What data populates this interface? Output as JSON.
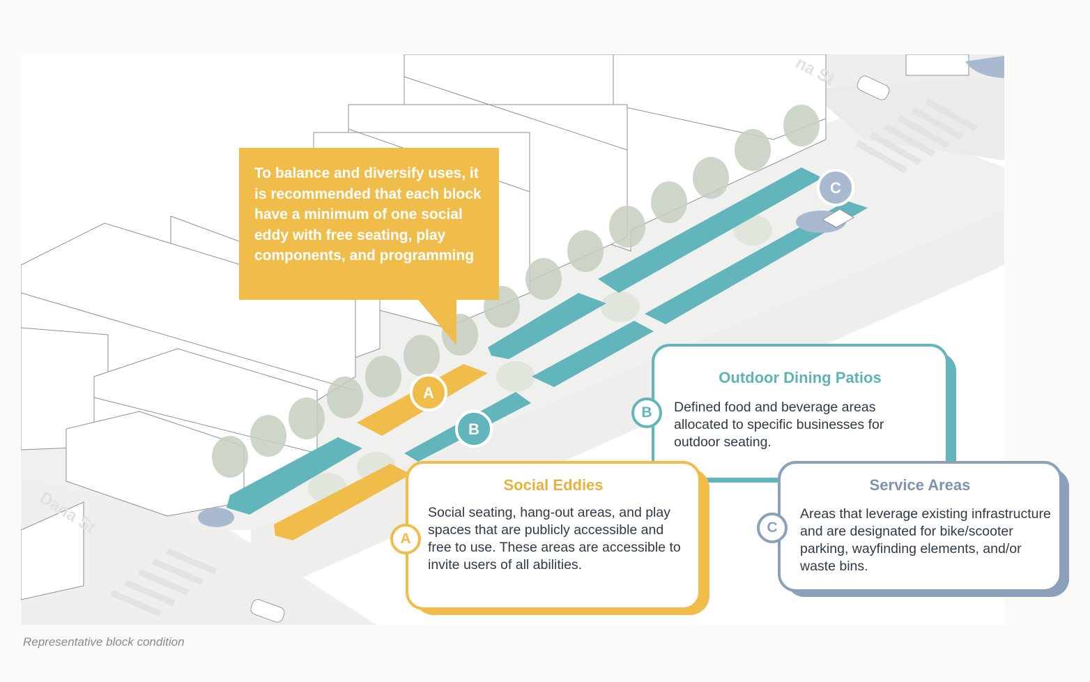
{
  "callout": {
    "text": "To balance and diversify uses, it is recommended that each block  have a minimum of one social eddy with free seating, play components, and programming"
  },
  "markers": {
    "a": "A",
    "b": "B",
    "c": "C"
  },
  "streets": {
    "dana": "Dana St",
    "top": "na St"
  },
  "legend": {
    "outdoor_dining": {
      "letter": "B",
      "title": "Outdoor Dining Patios",
      "body": "Defined food and beverage areas allocated to specific businesses for outdoor seating."
    },
    "social_eddies": {
      "letter": "A",
      "title": "Social Eddies",
      "body": "Social seating, hang-out areas, and play spaces that are publicly accessible and free to use. These areas are accessible to invite users of all abilities."
    },
    "service_areas": {
      "letter": "C",
      "title": "Service Areas",
      "body": "Areas that leverage existing infrastructure and are designated for bike/scooter parking, wayfinding elements, and/or waste bins."
    }
  },
  "caption": "Representative block condition",
  "colors": {
    "social": "#f0bc4a",
    "dining": "#62b5ba",
    "service": "#a9b9cf",
    "service_text": "#7e93ad",
    "dining_text": "#5fb3b8"
  }
}
